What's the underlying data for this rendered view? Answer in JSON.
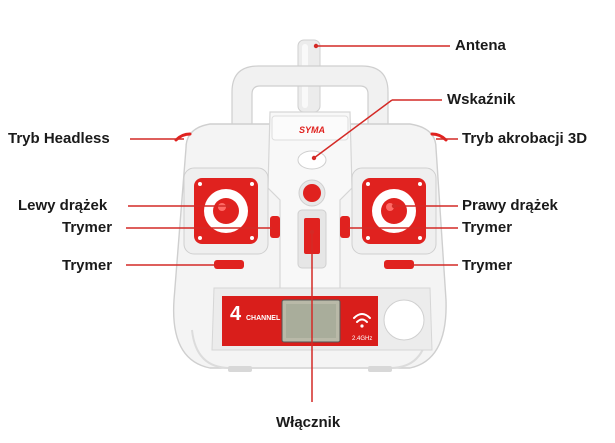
{
  "brand": "SYMA",
  "panel": {
    "channel_digit": "4",
    "channel_word": "CHANNEL",
    "frequency": "2.4GHz"
  },
  "labels": {
    "antenna": "Antena",
    "indicator": "Wskaźnik",
    "headless": "Tryb Headless",
    "acro": "Tryb akrobacji 3D",
    "left_stick": "Lewy drążek",
    "right_stick": "Prawy drążek",
    "trim_left_upper": "Trymer",
    "trim_right_upper": "Trymer",
    "trim_left_lower": "Trymer",
    "trim_right_lower": "Trymer",
    "power": "Włącznik"
  },
  "colors": {
    "accent": "#e0221f",
    "body": "#f3f3f3",
    "outline": "#cfcfcf",
    "leader": "#d42a26"
  }
}
